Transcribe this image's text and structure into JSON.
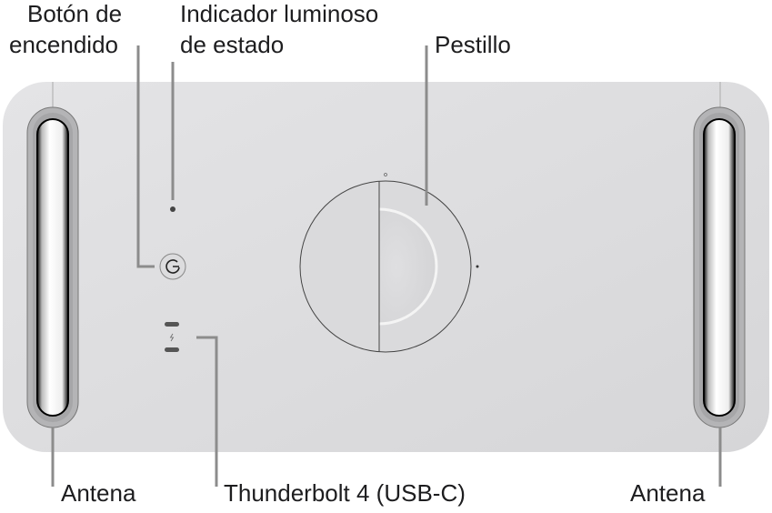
{
  "labels": {
    "power_button_line1": "Botón de",
    "power_button_line2": "encendido",
    "status_light_line1": "Indicador luminoso",
    "status_light_line2": "de estado",
    "latch": "Pestillo",
    "antenna_left": "Antena",
    "thunderbolt": "Thunderbolt 4 (USB-C)",
    "antenna_right": "Antena"
  },
  "colors": {
    "body": "#dcdcde",
    "leader_line": "#8c8c8c",
    "text": "#1d1d1f"
  }
}
